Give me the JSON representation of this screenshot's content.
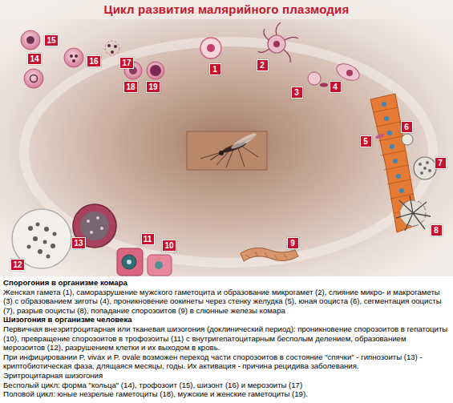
{
  "diagram": {
    "title": "Цикл развития  малярийного плазмодия",
    "nodes": [
      {
        "text": [
          "1"
        ]
      },
      {
        "text": [
          "2"
        ]
      },
      {
        "text": [
          "3"
        ]
      },
      {
        "text": [
          "4"
        ]
      },
      {
        "text": [
          "5"
        ]
      },
      {
        "text": [
          "6"
        ]
      },
      {
        "text": [
          "7"
        ]
      },
      {
        "text": [
          "8"
        ]
      },
      {
        "text": [
          "9"
        ]
      },
      {
        "text": [
          "10"
        ]
      },
      {
        "text": [
          "11"
        ]
      },
      {
        "text": [
          "12"
        ]
      },
      {
        "text": [
          "13"
        ]
      },
      {
        "text": [
          "14"
        ]
      },
      {
        "text": [
          "15"
        ]
      },
      {
        "text": [
          "16"
        ]
      },
      {
        "text": [
          "17"
        ]
      },
      {
        "text": [
          "18"
        ]
      },
      {
        "text": [
          "19"
        ]
      }
    ],
    "labels": [
      "Спорогония в организме комара",
      "Женская гамета (1), саморазрушение мужского гаметоцита и образование микрогамет (2), слияние микро- и макрогаметы (3) с образованием зиготы (4), проникновение оокинеты через стенку желудка (5), юная ооциста (6), сегментация ооцисты (7), разрыв ооцисты (8), попадание спорозоитов (9) в слюнные железы комара",
      "Шизогония в организме человека",
      "Первичная внеэритроцитарная или тканевая шизогония (доклинический период): проникновение спорозоитов в гепатоциты (10), превращение спорозоитов в трофозоиты (11) с внутригепатоцитарным бесполым делением, образованием мерозоитов (12), разрушением клетки и их выходом в кровь.",
      "При инфицировании P. vivax и P. ovale возможен переход части спорозоитов в состояние \"спячки\" - гипнозоиты (13) - криптобиотическая фаза, длящаяся месяцы, годы. Их активация - причина рецидива заболевания.",
      "Эритроцитарная шизогония",
      "Бесполый цикл: форма \"кольца\" (14), трофозоит (15), шизонт (16) и мерозоиты (17)",
      "Половой цикл: юные незрелые гаметоциты (18), мужские и женские гаметоциты (19)."
    ]
  }
}
